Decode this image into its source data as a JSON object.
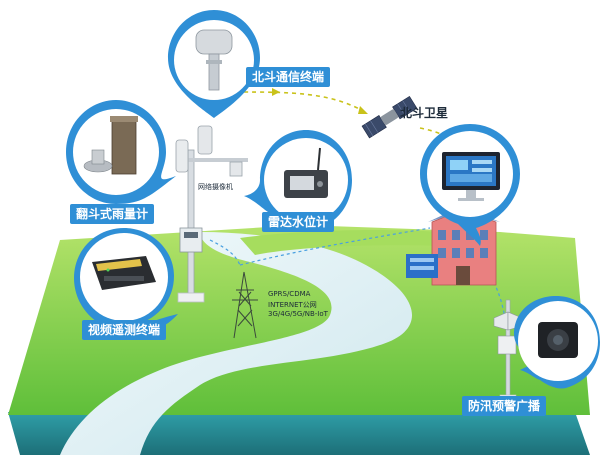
{
  "labels": {
    "beidou_terminal": "北斗通信终端",
    "beidou_satellite": "北斗卫星",
    "rain_gauge": "翻斗式雨量计",
    "network_camera": "网络摄像机",
    "radar_water_gauge": "雷达水位计",
    "video_terminal": "视频遥测终端",
    "flood_broadcast": "防汛预警广播"
  },
  "network_lines": [
    "GPRS/CDMA",
    "INTERNET公网",
    "3G/4G/5G/NB-IoT"
  ],
  "colors": {
    "label_bg": "#2f8fd6",
    "grass": "#8fd14a",
    "river": "#d9ecf0",
    "soil_side": "#2e9aa0",
    "arrow": "#c9c21a"
  }
}
